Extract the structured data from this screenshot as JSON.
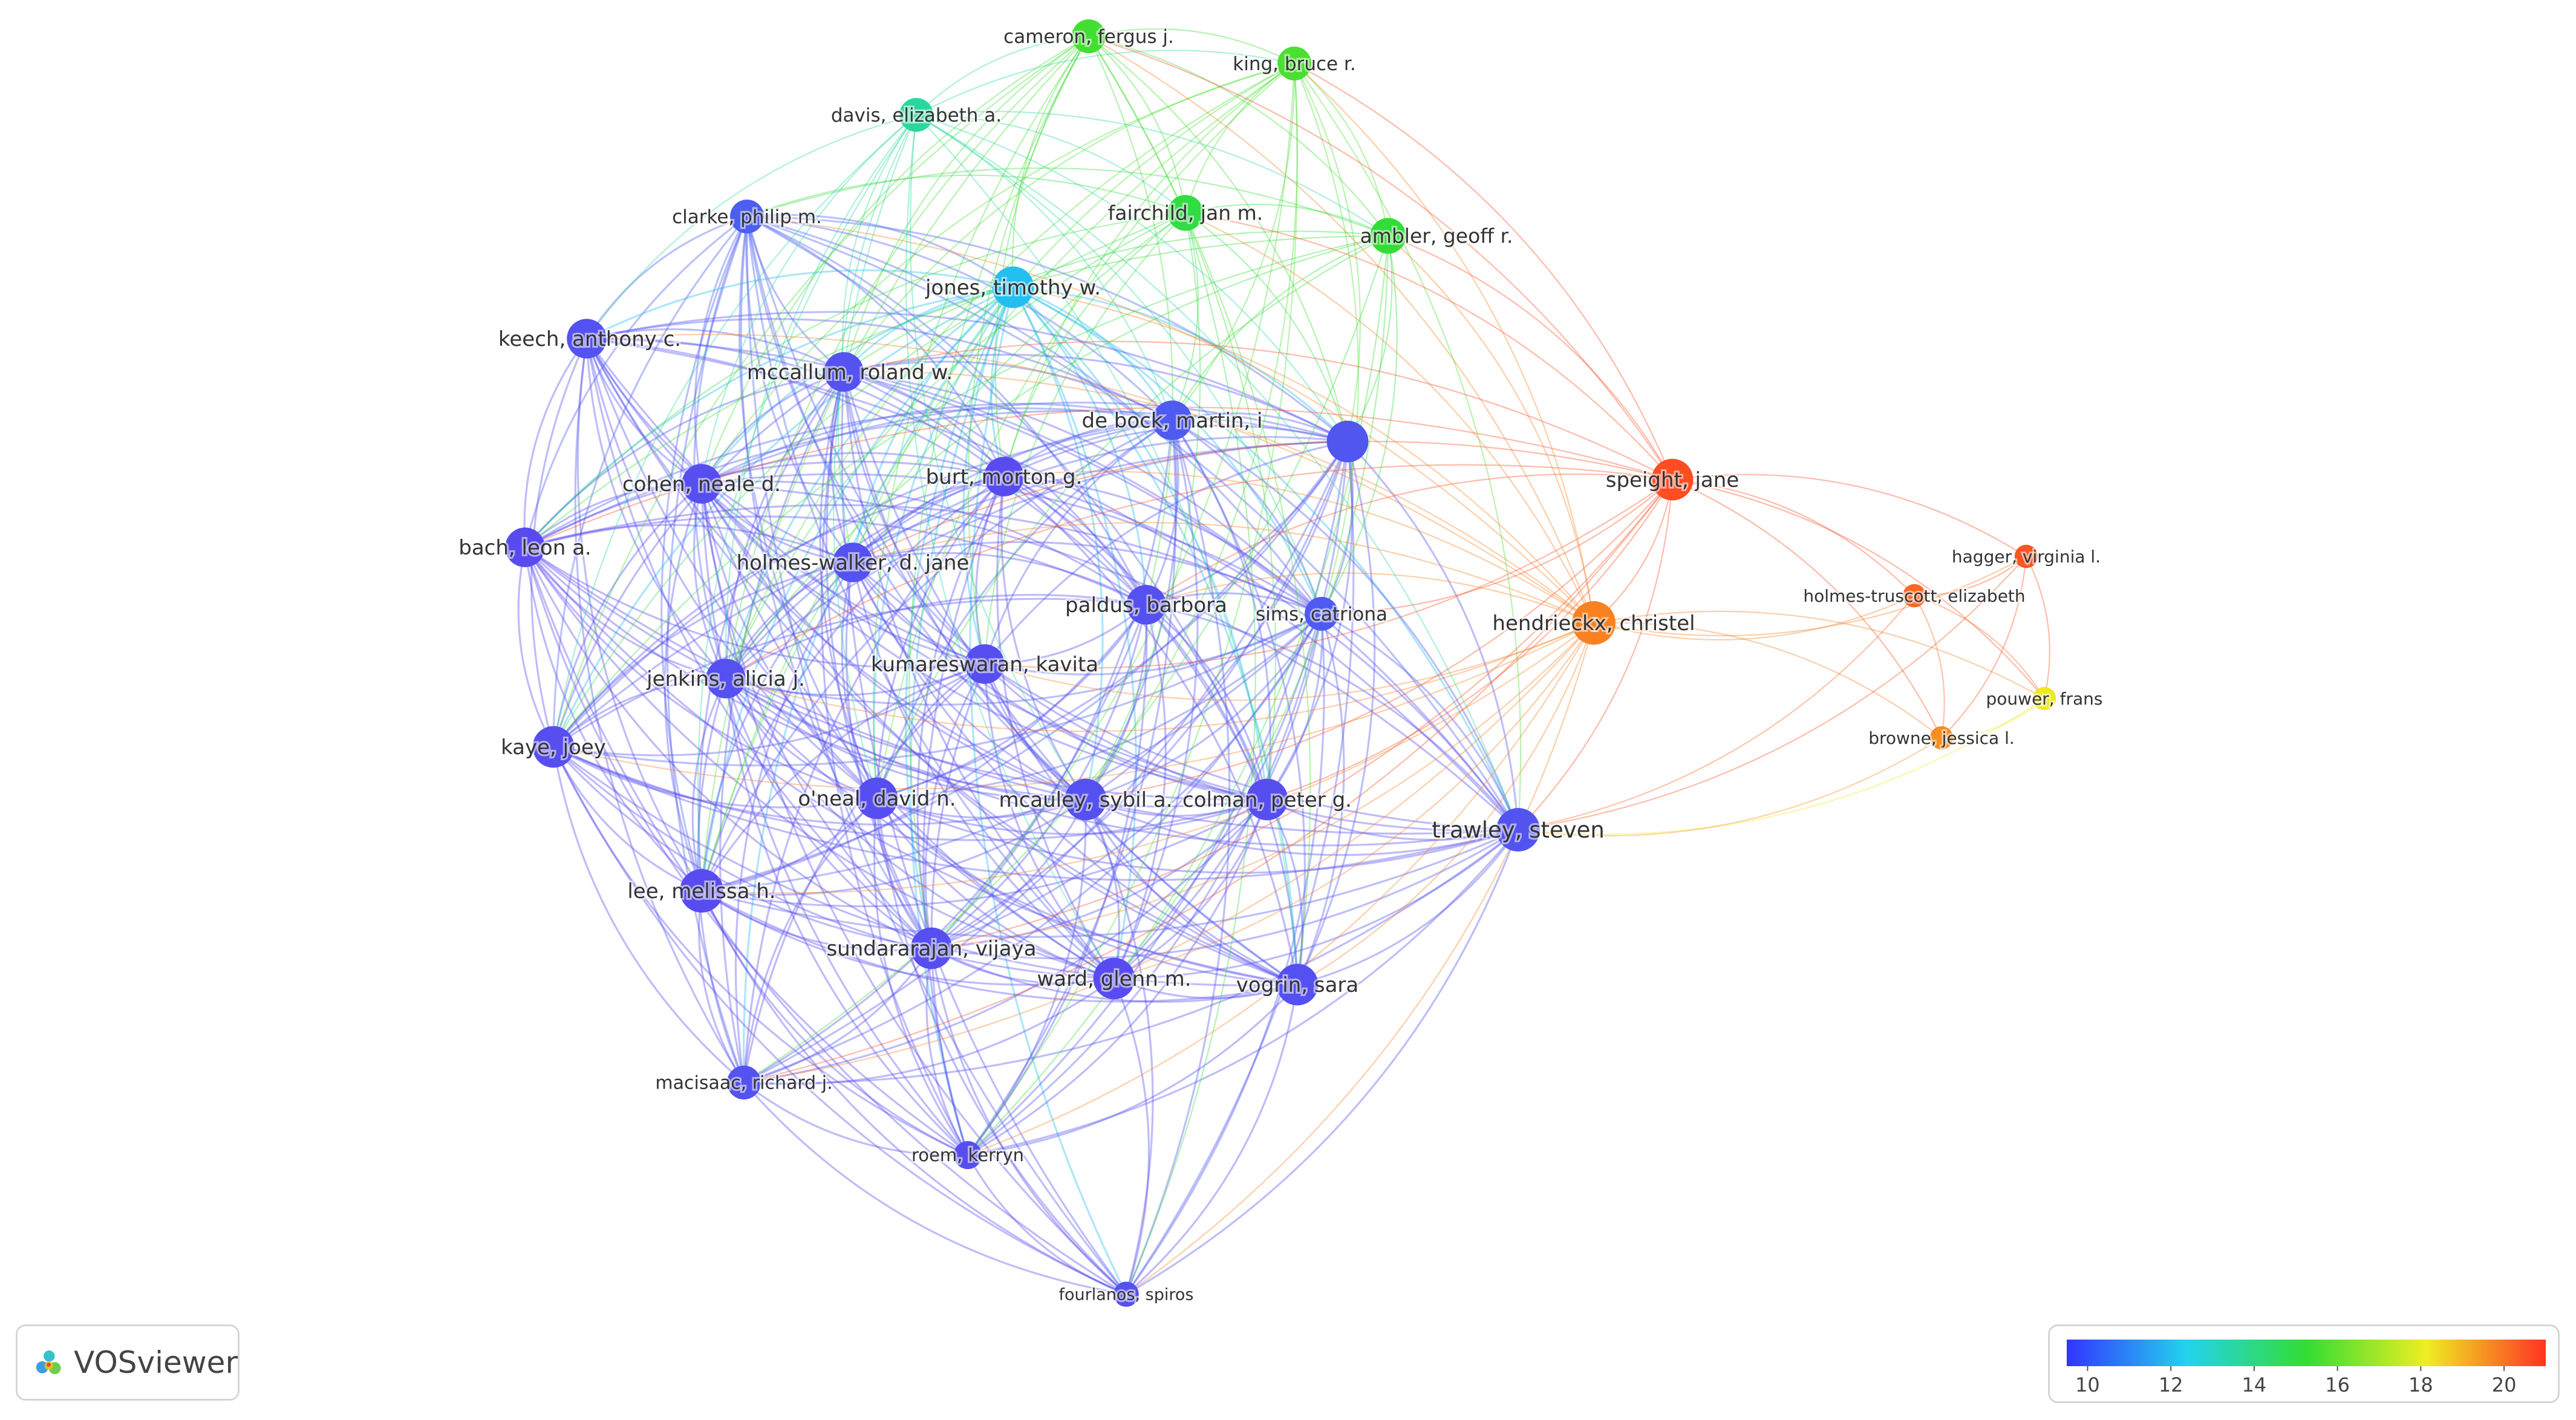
{
  "logo": {
    "text": "VOSviewer",
    "icon": "vosviewer-logo-icon"
  },
  "legend": {
    "ticks": [
      "10",
      "12",
      "14",
      "16",
      "18",
      "20"
    ],
    "range": [
      9.5,
      21
    ],
    "gradient": [
      "#3333ff",
      "#22d3ee",
      "#33dd33",
      "#eeee22",
      "#ff3322"
    ]
  },
  "nodes": [
    {
      "id": "cameron",
      "label": "cameron, fergus j.",
      "score": 15.5,
      "weight": 1.0
    },
    {
      "id": "king",
      "label": "king, bruce r.",
      "score": 15.6,
      "weight": 1.0
    },
    {
      "id": "davis",
      "label": "davis, elizabeth a.",
      "score": 13.6,
      "weight": 1.0
    },
    {
      "id": "clarke",
      "label": "clarke, philip m.",
      "score": 11.2,
      "weight": 1.0
    },
    {
      "id": "fairchild",
      "label": "fairchild, jan m.",
      "score": 15.0,
      "weight": 1.1
    },
    {
      "id": "ambler",
      "label": "ambler, geoff r.",
      "score": 15.2,
      "weight": 1.1
    },
    {
      "id": "jones",
      "label": "jones, timothy w.",
      "score": 12.0,
      "weight": 1.4
    },
    {
      "id": "keech",
      "label": "keech, anthony c.",
      "score": 10.6,
      "weight": 1.3
    },
    {
      "id": "mccallum",
      "label": "mccallum, roland w.",
      "score": 10.6,
      "weight": 1.3
    },
    {
      "id": "debock",
      "label": "de bock, martin, i",
      "score": 11.0,
      "weight": 1.3
    },
    {
      "id": "unlabeled",
      "label": "",
      "score": 10.8,
      "weight": 1.4
    },
    {
      "id": "burt",
      "label": "burt, morton g.",
      "score": 10.3,
      "weight": 1.3
    },
    {
      "id": "cohen",
      "label": "cohen, neale d.",
      "score": 10.4,
      "weight": 1.3
    },
    {
      "id": "speight",
      "label": "speight, jane",
      "score": 20.6,
      "weight": 1.4
    },
    {
      "id": "bach",
      "label": "bach, leon a.",
      "score": 10.2,
      "weight": 1.3
    },
    {
      "id": "holmeswalker",
      "label": "holmes-walker, d. jane",
      "score": 10.6,
      "weight": 1.3
    },
    {
      "id": "hagger",
      "label": "hagger, virginia l.",
      "score": 20.5,
      "weight": 0.45
    },
    {
      "id": "holmestruscott",
      "label": "holmes-truscott, elizabeth",
      "score": 20.2,
      "weight": 0.45
    },
    {
      "id": "paldus",
      "label": "paldus, barbora",
      "score": 10.5,
      "weight": 1.3
    },
    {
      "id": "sims",
      "label": "sims, catriona",
      "score": 11.0,
      "weight": 1.0
    },
    {
      "id": "hendrieckx",
      "label": "hendrieckx, christel",
      "score": 19.8,
      "weight": 1.5
    },
    {
      "id": "kumareswaran",
      "label": "kumareswaran, kavita",
      "score": 10.4,
      "weight": 1.3
    },
    {
      "id": "jenkins",
      "label": "jenkins, alicia j.",
      "score": 10.5,
      "weight": 1.3
    },
    {
      "id": "pouwer",
      "label": "pouwer, frans",
      "score": 18.2,
      "weight": 0.45
    },
    {
      "id": "browne",
      "label": "browne, jessica l.",
      "score": 19.6,
      "weight": 0.45
    },
    {
      "id": "kaye",
      "label": "kaye, joey",
      "score": 10.4,
      "weight": 1.4
    },
    {
      "id": "oneal",
      "label": "o'neal, david n.",
      "score": 10.4,
      "weight": 1.4
    },
    {
      "id": "mcauley",
      "label": "mcauley, sybil a.",
      "score": 10.5,
      "weight": 1.4
    },
    {
      "id": "colman",
      "label": "colman, peter g.",
      "score": 10.4,
      "weight": 1.4
    },
    {
      "id": "trawley",
      "label": "trawley, steven",
      "score": 10.7,
      "weight": 1.5
    },
    {
      "id": "lee",
      "label": "lee, melissa h.",
      "score": 10.3,
      "weight": 1.5
    },
    {
      "id": "sundararajan",
      "label": "sundararajan, vijaya",
      "score": 10.4,
      "weight": 1.4
    },
    {
      "id": "ward",
      "label": "ward, glenn m.",
      "score": 10.3,
      "weight": 1.4
    },
    {
      "id": "vogrin",
      "label": "vogrin, sara",
      "score": 10.5,
      "weight": 1.4
    },
    {
      "id": "macisaac",
      "label": "macisaac, richard j.",
      "score": 10.6,
      "weight": 1.0
    },
    {
      "id": "roem",
      "label": "roem, kerryn",
      "score": 10.4,
      "weight": 0.7
    },
    {
      "id": "fourlanos",
      "label": "fourlanos, spiros",
      "score": 10.5,
      "weight": 0.55
    }
  ]
}
